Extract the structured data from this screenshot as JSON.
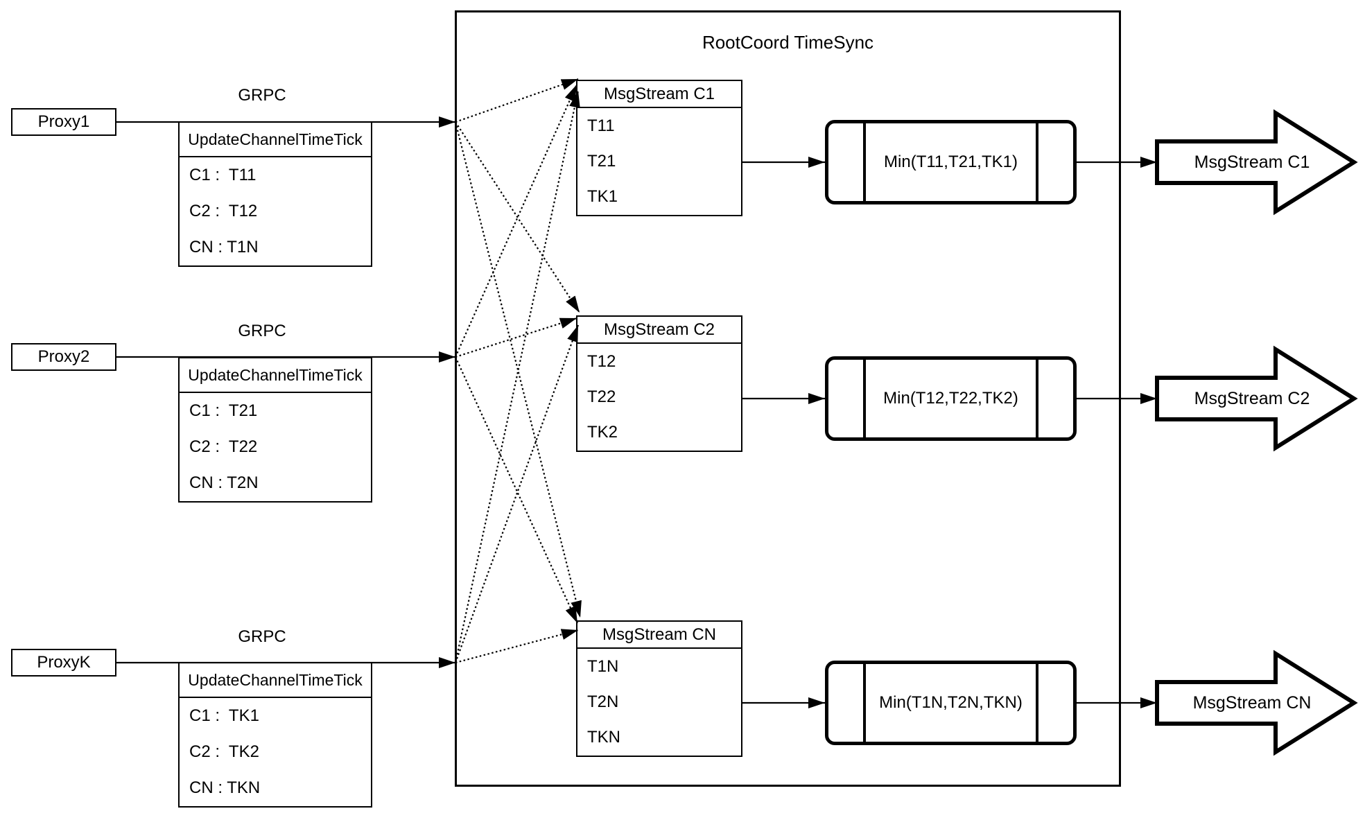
{
  "rootcoord": {
    "title": "RootCoord TimeSync"
  },
  "rows": [
    {
      "proxy_label": "Proxy1",
      "grpc_label": "GRPC",
      "update_table": {
        "header": "UpdateChannelTimeTick",
        "rows": [
          "C1 :  T11",
          "C2 :  T12",
          "CN : T1N"
        ]
      },
      "msgstream_table": {
        "header": "MsgStream C1",
        "rows": [
          "T11",
          "T21",
          "TK1"
        ]
      },
      "min_label": "Min(T11,T21,TK1)",
      "output_label": "MsgStream C1"
    },
    {
      "proxy_label": "Proxy2",
      "grpc_label": "GRPC",
      "update_table": {
        "header": "UpdateChannelTimeTick",
        "rows": [
          "C1 :  T21",
          "C2 :  T22",
          "CN : T2N"
        ]
      },
      "msgstream_table": {
        "header": "MsgStream C2",
        "rows": [
          "T12",
          "T22",
          "TK2"
        ]
      },
      "min_label": "Min(T12,T22,TK2)",
      "output_label": "MsgStream C2"
    },
    {
      "proxy_label": "ProxyK",
      "grpc_label": "GRPC",
      "update_table": {
        "header": "UpdateChannelTimeTick",
        "rows": [
          "C1 :  TK1",
          "C2 :  TK2",
          "CN : TKN"
        ]
      },
      "msgstream_table": {
        "header": "MsgStream CN",
        "rows": [
          "T1N",
          "T2N",
          "TKN"
        ]
      },
      "min_label": "Min(T1N,T2N,TKN)",
      "output_label": "MsgStream CN"
    }
  ],
  "colors": {
    "stroke": "#000000",
    "background": "#ffffff"
  }
}
